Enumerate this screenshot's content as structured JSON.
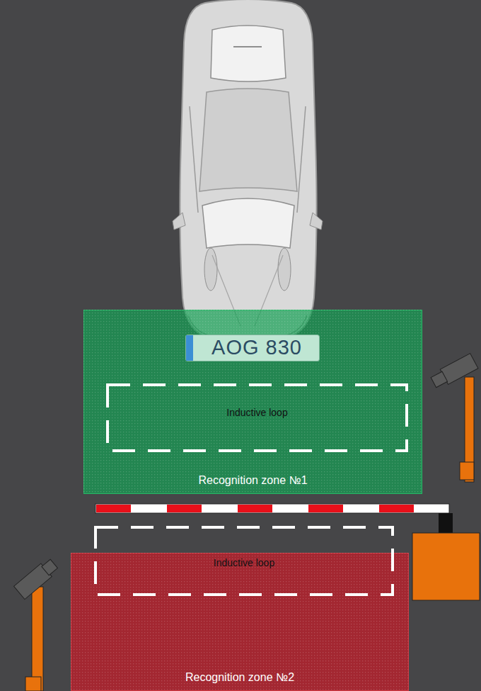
{
  "diagram": {
    "nodes": [
      {
        "text": [
          "AOG 830"
        ]
      },
      {
        "text": [
          "Recognition zone №1"
        ]
      },
      {
        "text": [
          "Inductive loop"
        ],
        "in": 1
      },
      {
        "text": [
          "Inductive loop"
        ]
      },
      {
        "text": [
          "Recognition zone №2"
        ]
      }
    ]
  }
}
